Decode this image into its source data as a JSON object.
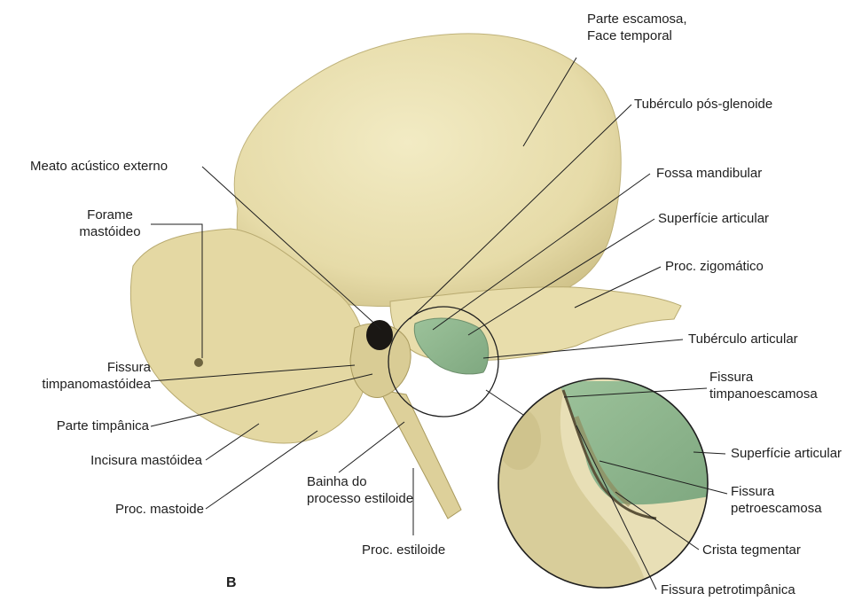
{
  "figure_letter": "B",
  "colors": {
    "bone": "#ece2b3",
    "bone_shadow": "#c9bd85",
    "bone_dark": "#8f8455",
    "articular_surface": "#8fb38f",
    "meatus": "#1a1714",
    "leader_line": "#1e1e1e"
  },
  "labels": {
    "parte_escamosa": [
      "Parte escamosa,",
      "Face temporal"
    ],
    "tuberculo_pos_glenoide": [
      "Tubérculo pós-glenoide"
    ],
    "meato_acustico": [
      "Meato acústico externo"
    ],
    "fossa_mandibular": [
      "Fossa mandibular"
    ],
    "forame_mastoideo": [
      "Forame",
      "mastóideo"
    ],
    "superficie_articular": [
      "Superfície articular"
    ],
    "proc_zigomatico": [
      "Proc. zigomático"
    ],
    "tuberculo_articular": [
      "Tubérculo articular"
    ],
    "fissura_timpanomastoidea": [
      "Fissura",
      "timpanomastóidea"
    ],
    "fissura_timpanoescamosa": [
      "Fissura",
      "timpanoescamosa"
    ],
    "parte_timpanica": [
      "Parte timpânica"
    ],
    "superficie_articular_inset": [
      "Superfície articular"
    ],
    "incisura_mastoidea": [
      "Incisura mastóidea"
    ],
    "bainha_processo": [
      "Bainha do",
      "processo estiloide"
    ],
    "fissura_petroescamosa": [
      "Fissura",
      "petroescamosa"
    ],
    "proc_mastoide": [
      "Proc. mastoide"
    ],
    "crista_tegmentar": [
      "Crista tegmentar"
    ],
    "proc_estiloide": [
      "Proc. estiloide"
    ],
    "fissura_petrotimpanica": [
      "Fissura petrotimpânica"
    ]
  }
}
